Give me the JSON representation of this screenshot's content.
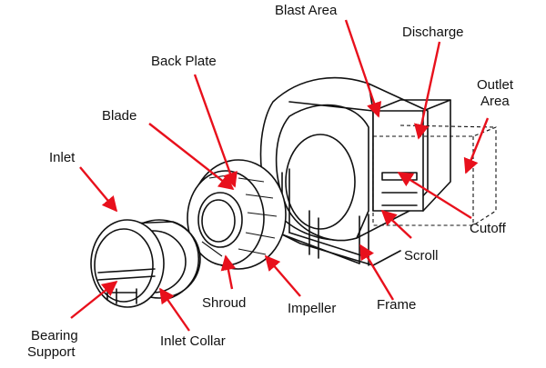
{
  "diagram": {
    "labels": {
      "blast_area": "Blast Area",
      "discharge": "Discharge",
      "outlet_area_line1": "Outlet",
      "outlet_area_line2": "Area",
      "back_plate": "Back Plate",
      "blade": "Blade",
      "inlet": "Inlet",
      "cutoff": "Cutoff",
      "scroll": "Scroll",
      "shroud": "Shroud",
      "impeller": "Impeller",
      "frame": "Frame",
      "bearing_support_line1": "Bearing",
      "bearing_support_line2": "Support",
      "inlet_collar": "Inlet Collar"
    },
    "colors": {
      "arrow": "#e8101c",
      "line": "#111111",
      "text": "#111111"
    }
  }
}
